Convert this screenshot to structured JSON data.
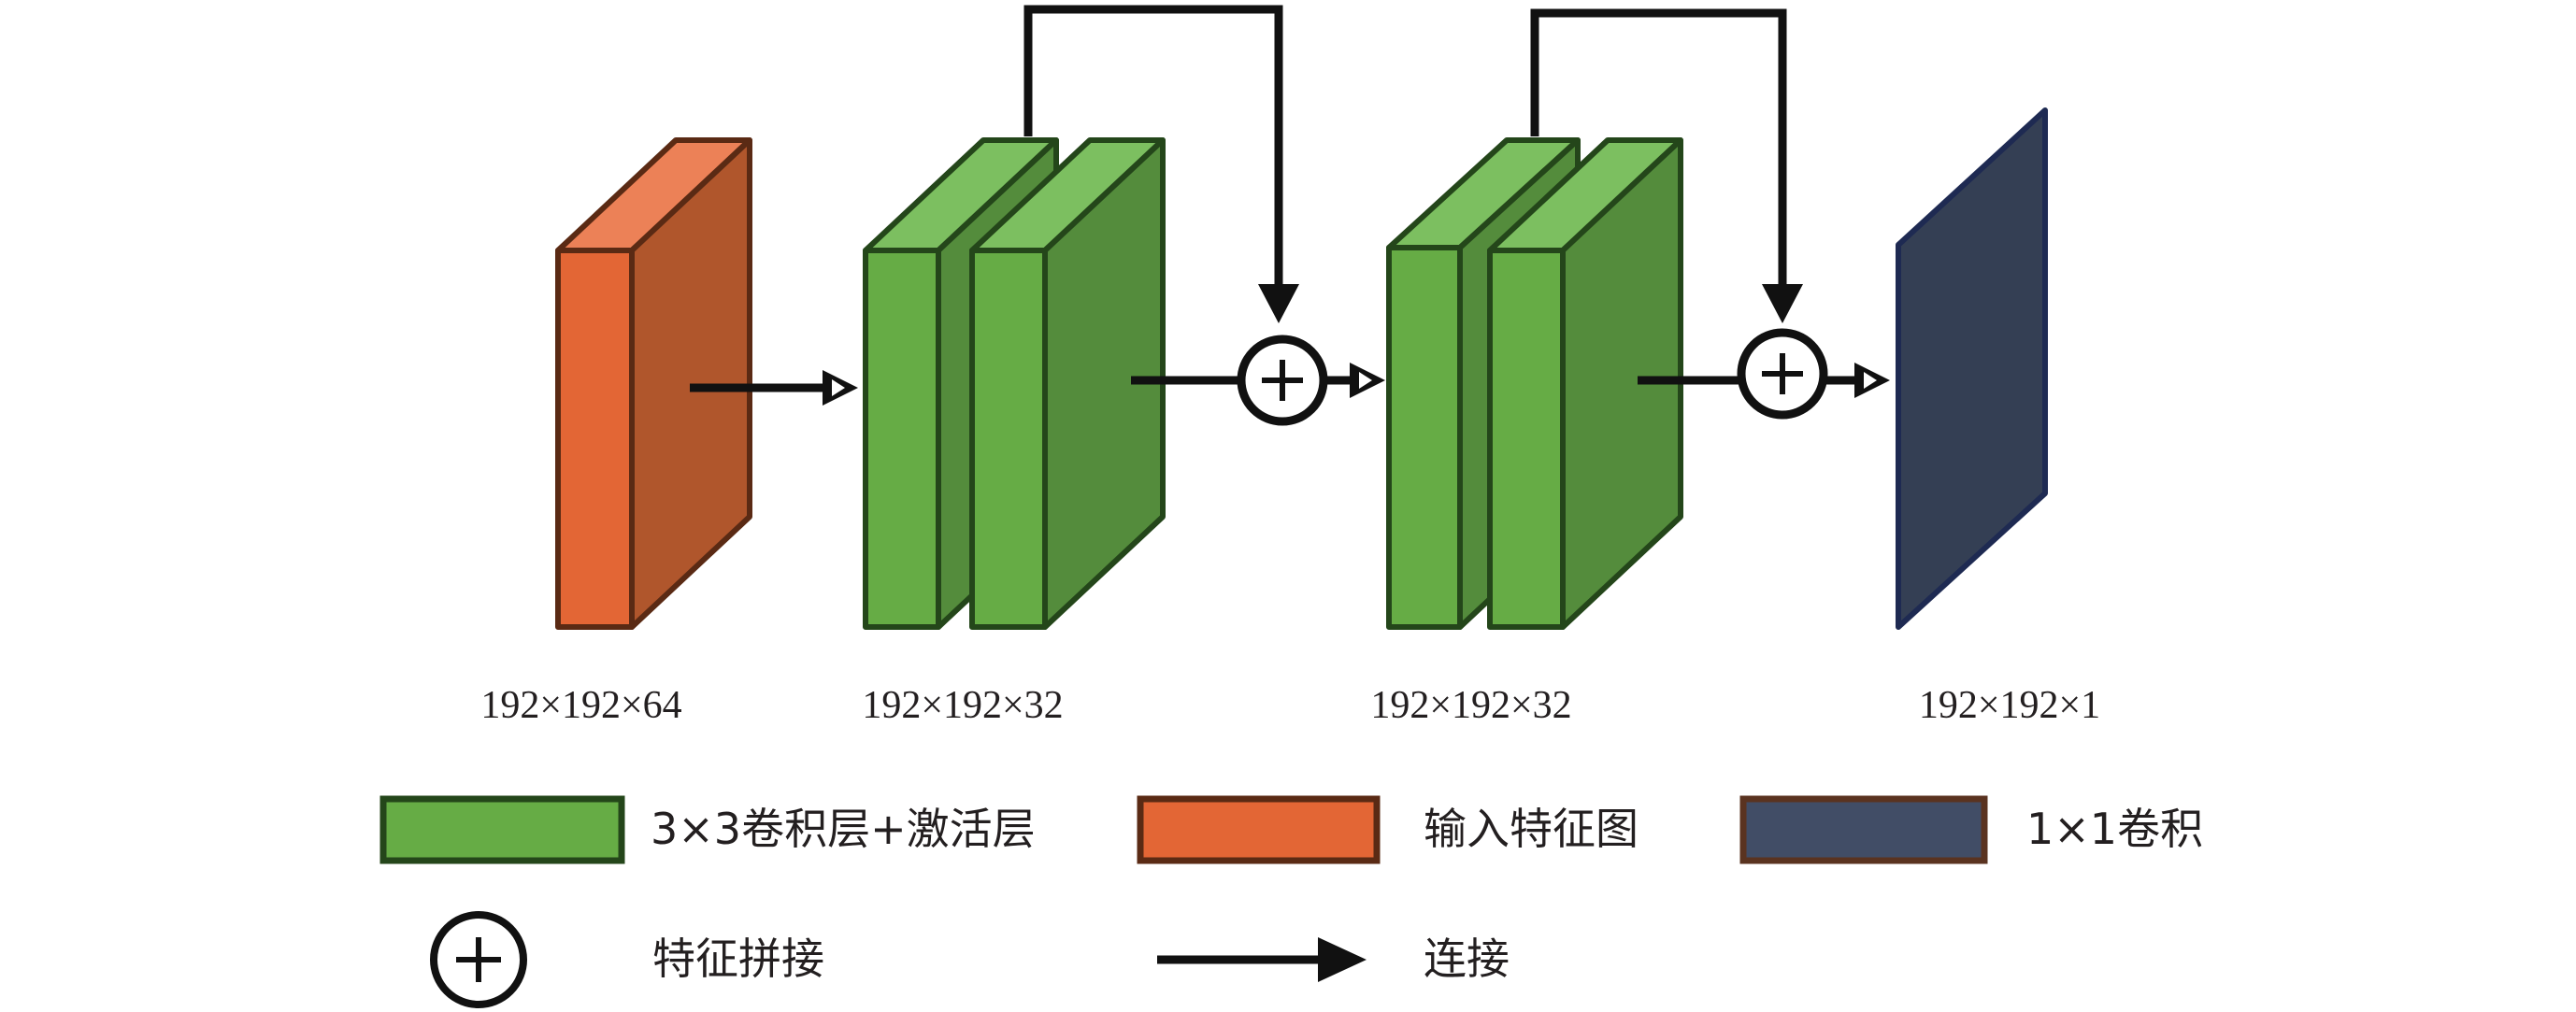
{
  "colors": {
    "input_front": "#E36635",
    "input_side": "#B0562C",
    "input_top": "#EC8157",
    "input_stroke": "#5A2A14",
    "conv_front": "#66AC45",
    "conv_side": "#548C3C",
    "conv_top": "#7CBF60",
    "conv_stroke": "#24461A",
    "out_fill": "#343F54",
    "out_stroke": "#1E2A52",
    "line": "#111111",
    "legend_out_fill": "#414D66",
    "legend_out_stroke": "#5A3320"
  },
  "blocks": {
    "input_label": "192×192×64",
    "conv1_label": "192×192×32",
    "conv2_label": "192×192×32",
    "output_label": "192×192×1"
  },
  "legend": {
    "conv": "3×3卷积层+激活层",
    "input": "输入特征图",
    "conv1x1": "1×1卷积",
    "concat": "特征拼接",
    "connect": "连接"
  }
}
